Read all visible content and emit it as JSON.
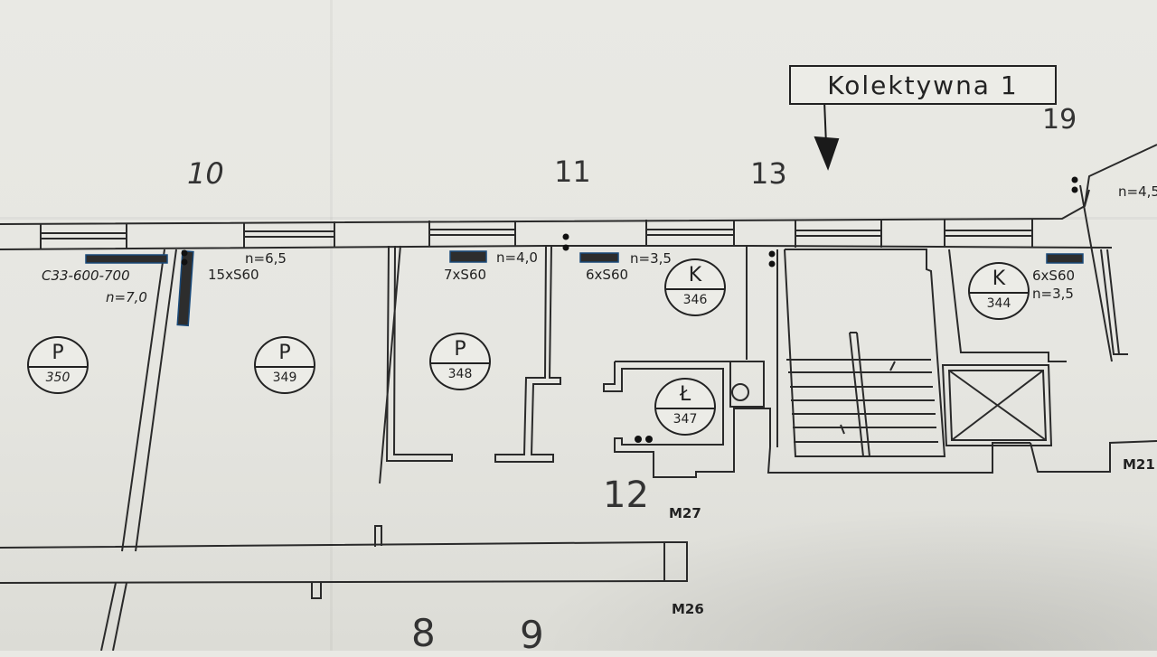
{
  "callout": {
    "text": "Kolektywna 1"
  },
  "section_numbers": [
    "10",
    "11",
    "13",
    "19",
    "12",
    "8",
    "9"
  ],
  "rooms": [
    {
      "letter": "P",
      "number": "350"
    },
    {
      "letter": "P",
      "number": "349"
    },
    {
      "letter": "P",
      "number": "348"
    },
    {
      "letter": "K",
      "number": "346"
    },
    {
      "letter": "Ł",
      "number": "347"
    },
    {
      "letter": "K",
      "number": "344"
    }
  ],
  "radiator_labels": {
    "r350_model": "C33-600-700",
    "r350_n": "n=7,0",
    "r349_n": "n=6,5",
    "r349_size": "15xS60",
    "r348_n": "n=4,0",
    "r348_size": "7xS60",
    "r346_size": "6xS60",
    "r346_n": "n=3,5",
    "r344_size": "6xS60",
    "r344_n": "n=3,5",
    "r19_n": "n=4,5"
  },
  "marks": {
    "m27": "M27",
    "m26": "M26",
    "m21": "M21"
  }
}
